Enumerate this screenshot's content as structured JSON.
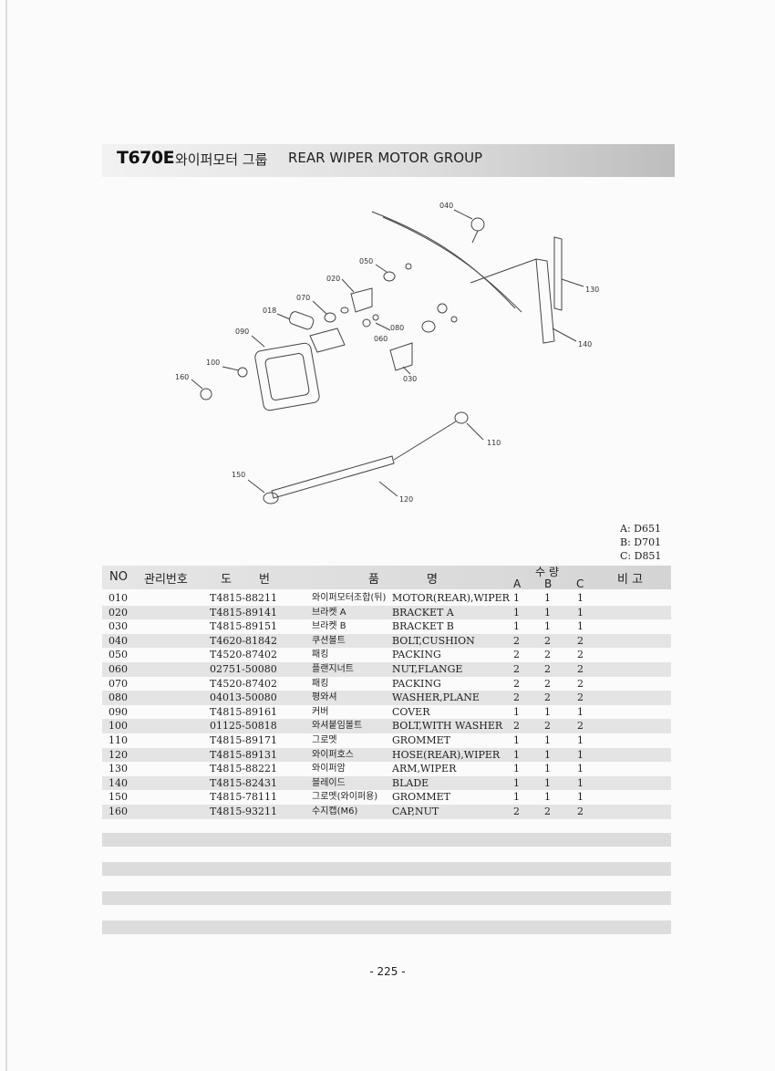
{
  "header": {
    "code": "T670E",
    "title_ko": "와이퍼모터 그룹",
    "title_en": "REAR WIPER MOTOR GROUP"
  },
  "diagram": {
    "callouts": [
      "040",
      "050",
      "020",
      "070",
      "018",
      "090",
      "080",
      "060",
      "100",
      "160",
      "030",
      "130",
      "140",
      "110",
      "150",
      "120"
    ]
  },
  "models": [
    "A: D651",
    "B: D701",
    "C: D851"
  ],
  "table": {
    "headers": {
      "no": "NO",
      "mgmt": "관리번호",
      "draw1": "도",
      "draw2": "번",
      "name1": "품",
      "name2": "명",
      "qty": "수 량",
      "a": "A",
      "b": "B",
      "c": "C",
      "remark": "비 고"
    },
    "rows": [
      {
        "no": "010",
        "draw": "T4815-88211",
        "ko": "와이퍼모터조합(뒤)",
        "en": "MOTOR(REAR),WIPER",
        "a": "1",
        "b": "1",
        "c": "1"
      },
      {
        "no": "020",
        "draw": "T4815-89141",
        "ko": "브라켓 A",
        "en": "BRACKET A",
        "a": "1",
        "b": "1",
        "c": "1"
      },
      {
        "no": "030",
        "draw": "T4815-89151",
        "ko": "브라켓 B",
        "en": "BRACKET B",
        "a": "1",
        "b": "1",
        "c": "1"
      },
      {
        "no": "040",
        "draw": "T4620-81842",
        "ko": "쿠션볼트",
        "en": "BOLT,CUSHION",
        "a": "2",
        "b": "2",
        "c": "2"
      },
      {
        "no": "050",
        "draw": "T4520-87402",
        "ko": "패킹",
        "en": "PACKING",
        "a": "2",
        "b": "2",
        "c": "2"
      },
      {
        "no": "060",
        "draw": "02751-50080",
        "ko": "플랜지너트",
        "en": "NUT,FLANGE",
        "a": "2",
        "b": "2",
        "c": "2"
      },
      {
        "no": "070",
        "draw": "T4520-87402",
        "ko": "패킹",
        "en": "PACKING",
        "a": "2",
        "b": "2",
        "c": "2"
      },
      {
        "no": "080",
        "draw": "04013-50080",
        "ko": "평와셔",
        "en": "WASHER,PLANE",
        "a": "2",
        "b": "2",
        "c": "2"
      },
      {
        "no": "090",
        "draw": "T4815-89161",
        "ko": "커버",
        "en": "COVER",
        "a": "1",
        "b": "1",
        "c": "1"
      },
      {
        "no": "100",
        "draw": "01125-50818",
        "ko": "와셔붙임볼트",
        "en": "BOLT,WITH WASHER",
        "a": "2",
        "b": "2",
        "c": "2"
      },
      {
        "no": "110",
        "draw": "T4815-89171",
        "ko": "그로멧",
        "en": "GROMMET",
        "a": "1",
        "b": "1",
        "c": "1"
      },
      {
        "no": "120",
        "draw": "T4815-89131",
        "ko": "와이퍼호스",
        "en": "HOSE(REAR),WIPER",
        "a": "1",
        "b": "1",
        "c": "1"
      },
      {
        "no": "130",
        "draw": "T4815-88221",
        "ko": "와이퍼암",
        "en": "ARM,WIPER",
        "a": "1",
        "b": "1",
        "c": "1"
      },
      {
        "no": "140",
        "draw": "T4815-82431",
        "ko": "블레이드",
        "en": "BLADE",
        "a": "1",
        "b": "1",
        "c": "1"
      },
      {
        "no": "150",
        "draw": "T4815-78111",
        "ko": "그로멧(와이퍼용)",
        "en": "GROMMET",
        "a": "1",
        "b": "1",
        "c": "1"
      },
      {
        "no": "160",
        "draw": "T4815-93211",
        "ko": "수지캡(M6)",
        "en": "CAP,NUT",
        "a": "2",
        "b": "2",
        "c": "2"
      }
    ]
  },
  "page_number": "- 225 -"
}
